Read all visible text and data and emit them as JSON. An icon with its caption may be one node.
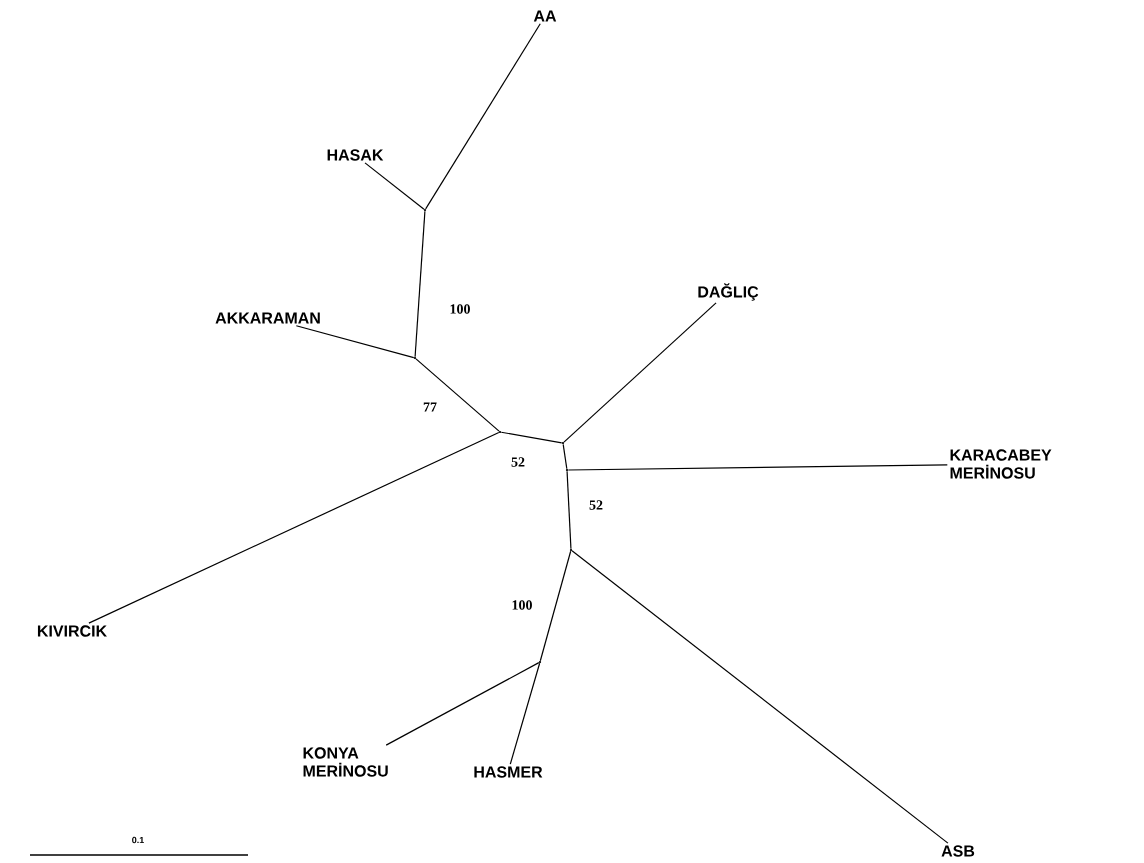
{
  "diagram": {
    "nodes": [
      {
        "text": [
          "AA"
        ]
      },
      {
        "text": [
          "HASAK"
        ]
      },
      {
        "text": [
          "AKKARAMAN"
        ]
      },
      {
        "text": [
          "DAĞLIÇ"
        ]
      },
      {
        "text": [
          "KARACABEY MERİNOSU"
        ]
      },
      {
        "text": [
          "KIVIRCIK"
        ]
      },
      {
        "text": [
          "KONYA MERİNOSU"
        ]
      },
      {
        "text": [
          "HASMER"
        ]
      },
      {
        "text": [
          "ASB"
        ]
      },
      {
        "text": [],
        "shape": "point"
      },
      {
        "text": [],
        "shape": "point"
      },
      {
        "text": [],
        "shape": "point"
      },
      {
        "text": [],
        "shape": "point"
      },
      {
        "text": [],
        "shape": "point"
      },
      {
        "text": [],
        "shape": "point"
      },
      {
        "text": [],
        "shape": "point"
      }
    ],
    "edges": [
      {
        "from": 9,
        "to": 0,
        "arrow": "none"
      },
      {
        "from": 9,
        "to": 1,
        "arrow": "none"
      },
      {
        "from": 9,
        "to": 10,
        "arrow": "none"
      },
      {
        "from": 10,
        "to": 2,
        "arrow": "none"
      },
      {
        "from": 10,
        "to": 11,
        "arrow": "none"
      },
      {
        "from": 11,
        "to": 5,
        "arrow": "none"
      },
      {
        "from": 11,
        "to": 12,
        "arrow": "none"
      },
      {
        "from": 12,
        "to": 3,
        "arrow": "none"
      },
      {
        "from": 12,
        "to": 13,
        "arrow": "none"
      },
      {
        "from": 13,
        "to": 4,
        "arrow": "none"
      },
      {
        "from": 13,
        "to": 14,
        "arrow": "none"
      },
      {
        "from": 14,
        "to": 8,
        "arrow": "none"
      },
      {
        "from": 14,
        "to": 15,
        "arrow": "none"
      },
      {
        "from": 15,
        "to": 6,
        "arrow": "none"
      },
      {
        "from": 15,
        "to": 7,
        "arrow": "none"
      }
    ],
    "labels": [
      "100",
      "77",
      "52",
      "52",
      "100",
      "0.1"
    ]
  }
}
